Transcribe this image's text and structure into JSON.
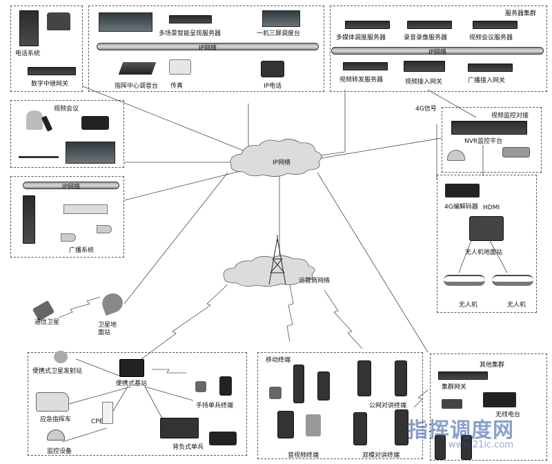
{
  "server_cluster": {
    "title": "服务器集群",
    "network": "IP网络",
    "multimedia_server": "多媒体调度服务器",
    "recording_server": "录音录像服务器",
    "video_conf_server": "视频会议服务器",
    "video_forward_server": "视频转发服务器",
    "video_access_gateway": "视频接入网关",
    "broadcast_gateway": "广播接入网关"
  },
  "command_center": {
    "network": "IP网络",
    "multiscene_server": "多场景智能呈现服务器",
    "console_3in1": "一机三屏调度台",
    "command_console": "指挥中心调音台",
    "fax": "传真",
    "ip_phone": "IP电话"
  },
  "phone_system": {
    "title": "电话系统",
    "relay_gateway": "数字中继网关"
  },
  "video_conference": {
    "title": "视频会议"
  },
  "broadcast": {
    "network": "IP网络",
    "title": "广播系统"
  },
  "center_network": "IP网络",
  "operator_network": "运营商网络",
  "video_monitoring": {
    "title": "视频监控对接",
    "nvr": "NVR监控平台",
    "signal": "4G信号"
  },
  "drone": {
    "decoder": "4G编解码器",
    "hdmi": "HDMI",
    "ground_station": "无人机地面站",
    "drone_1": "无人机",
    "drone_2": "无人机"
  },
  "satellite": {
    "comm_sat": "通信卫星",
    "ground_station": "卫星地面站"
  },
  "field": {
    "portable_sat": "便携式卫星发射站",
    "portable_base": "便携式基站",
    "emergency_vehicle": "应急指挥车",
    "cpe": "CPE",
    "monitor": "监控设备",
    "handheld": "手持单兵终端",
    "backpack": "背负式单兵"
  },
  "mobile_terminals": {
    "title": "移动终端",
    "public_talk": "公网对讲终端",
    "av_terminal": "音视频终端",
    "dual_mode": "双模对讲终端"
  },
  "other_cluster": {
    "title": "其他集群",
    "cluster_gateway": "集群网关",
    "radio": "无线电台"
  },
  "watermark": {
    "brand": "指挥调度网",
    "url": "www.21ic.com"
  }
}
